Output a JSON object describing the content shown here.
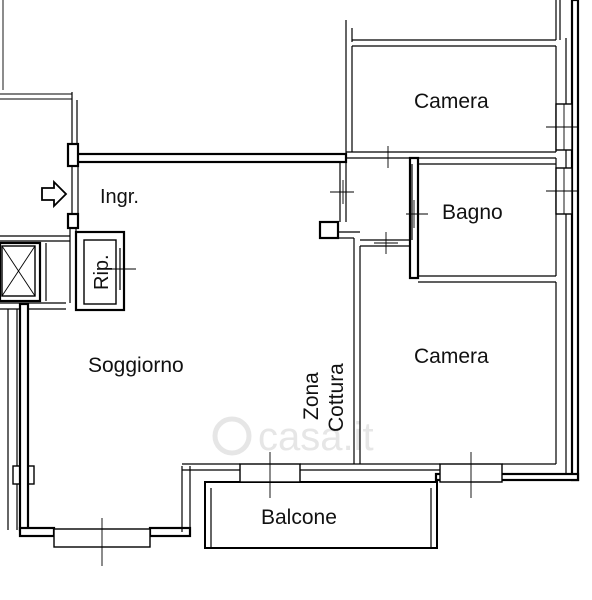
{
  "rooms": {
    "camera_top": "Camera",
    "bagno": "Bagno",
    "camera_right": "Camera",
    "ingresso": "Ingr.",
    "ripostiglio": "Rip.",
    "soggiorno": "Soggiorno",
    "zona_cottura_line1": "Zona",
    "zona_cottura_line2": "Cottura",
    "balcone": "Balcone"
  },
  "watermark": "casa.it",
  "colors": {
    "line": "#000000",
    "background": "#ffffff",
    "text": "#111111",
    "watermark": "#e6e6e6"
  },
  "icons": {
    "entrance_arrow": "arrow-right-icon",
    "stair_lift": "elevator-cross-icon",
    "watermark_logo": "casa-logo-icon"
  }
}
